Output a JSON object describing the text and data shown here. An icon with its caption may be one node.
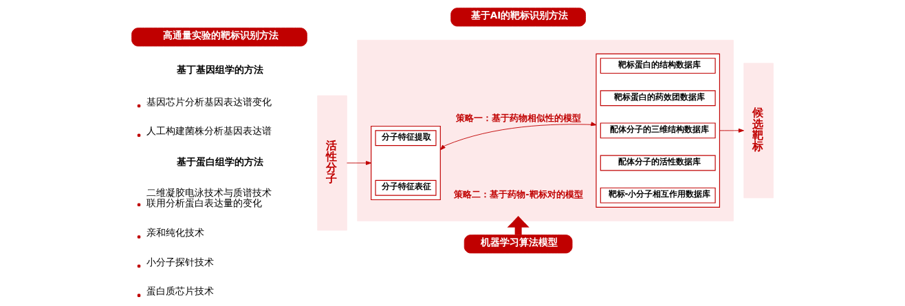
{
  "diagram": {
    "nodes": [
      {
        "text": [
          "高通量实验的靶标识别方法"
        ]
      },
      {
        "text": [
          "基于AI的靶标识别方法"
        ]
      },
      {
        "text": [
          "活性分子"
        ]
      },
      {
        "text": [],
        "shape": "box"
      },
      {
        "text": [],
        "shape": "bracket",
        "in": 3
      },
      {
        "text": [
          "分子特征提取"
        ],
        "in": 4
      },
      {
        "text": [
          "分子特征表征"
        ],
        "in": 4
      },
      {
        "text": [],
        "shape": "bracket",
        "in": 3
      },
      {
        "text": [
          "靶标蛋白的结构数据库"
        ],
        "in": 7
      },
      {
        "text": [
          "靶标蛋白的药效团数据库"
        ],
        "in": 7
      },
      {
        "text": [
          "配体分子的三维结构数据库"
        ],
        "in": 7
      },
      {
        "text": [
          "配体分子的活性数据库"
        ],
        "in": 7
      },
      {
        "text": [
          "靶标-小分子相互作用数据库"
        ],
        "in": 7
      },
      {
        "text": [
          "候选靶标"
        ]
      },
      {
        "text": [
          "机器学习算法模型"
        ]
      }
    ],
    "edges": [
      {
        "from": 2,
        "to": 4,
        "arrow": "to"
      },
      {
        "from": 4,
        "to": 7,
        "arrow": "both",
        "label": "策略一：基于药物相似性的模型"
      },
      {
        "from": 7,
        "to": 13,
        "arrow": "to"
      },
      {
        "from": 14,
        "to": 3,
        "arrow": "to",
        "style": "thick"
      }
    ],
    "labels": [
      "基丁基因组学的方法",
      "基因芯片分析基因表达谱变化",
      "人工构建菌株分析基因表达谱",
      "基于蛋白组学的方法",
      "二维凝胶电泳技术与质谱技术联用分析蛋白表达量的变化",
      "亲和纯化技术",
      "小分子探针技术",
      "蛋白质芯片技术",
      "策略二：基于药物-靶标对的模型"
    ]
  }
}
